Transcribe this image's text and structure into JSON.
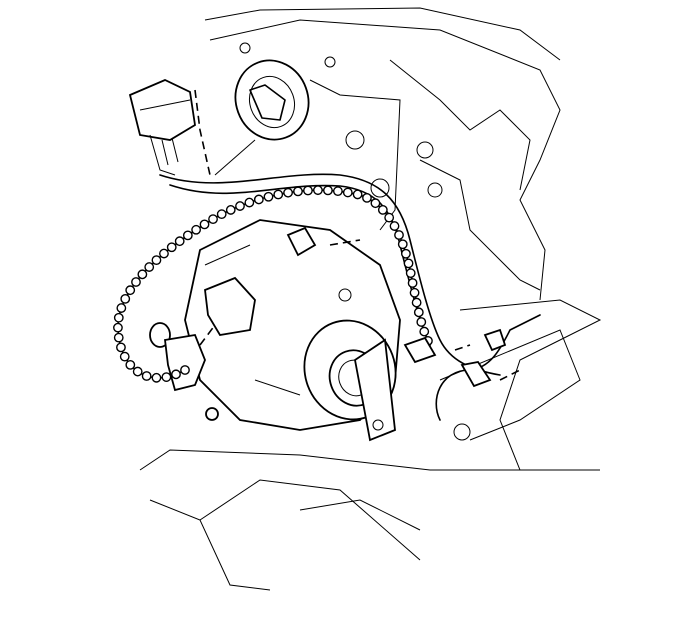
{
  "figure": {
    "colors": {
      "line": "#000000",
      "background": "#ffffff"
    },
    "parts": [
      "wiring-harness-connector",
      "seal-cover",
      "beaded-harness-conduit",
      "transmission-housing",
      "output-shaft-seal",
      "speed-sensor",
      "harness-clip",
      "vent-hose",
      "mounting-bolts"
    ]
  }
}
